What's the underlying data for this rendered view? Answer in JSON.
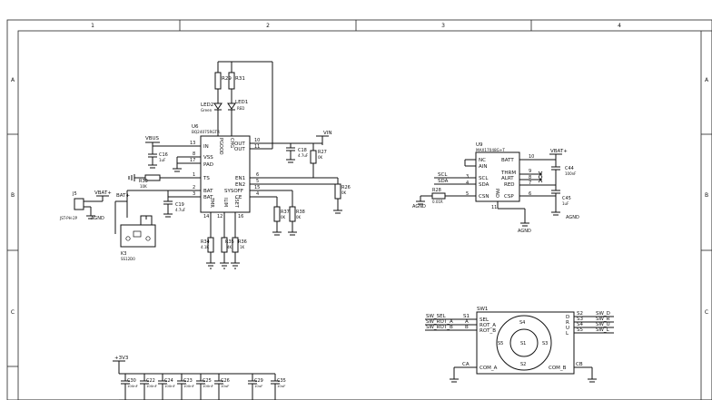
{
  "frame": {
    "col_labels": [
      "1",
      "2",
      "3",
      "4"
    ],
    "row_labels": [
      "A",
      "B",
      "C"
    ]
  },
  "power_ic": {
    "ref": "U6",
    "part": "BQ24075RGTR",
    "pins_left": [
      "IN",
      "VSS",
      "PAD",
      "TS",
      "BAT",
      "BAT"
    ],
    "pins_left_nums": [
      "13",
      "8",
      "17",
      "1",
      "2",
      "3"
    ],
    "pins_top": [
      "PGOOD",
      "CHG"
    ],
    "pins_right": [
      "OUT",
      "OUT",
      "EN1",
      "EN2",
      "SYSOFF",
      "CE"
    ],
    "pins_right_nums": [
      "10",
      "11",
      "6",
      "5",
      "15",
      "4"
    ],
    "pins_bottom": [
      "TMR",
      "ILIM",
      "ISET"
    ],
    "pins_bottom_nums": [
      "14",
      "12",
      "16"
    ]
  },
  "gauge_ic": {
    "ref": "U9",
    "part": "MAX17048G+T",
    "pins_left": [
      "NC",
      "AIN",
      "SCL",
      "SDA",
      "CSN"
    ],
    "pins_left_nums": [
      "",
      "",
      "3",
      "4",
      "5"
    ],
    "pins_right": [
      "BATT",
      "THRM",
      "ALRT",
      "RED",
      "CSP"
    ],
    "pins_right_nums": [
      "10",
      "9",
      "8",
      "7",
      "6"
    ],
    "pin_pad": "PAD",
    "pin_pad_num": "11"
  },
  "nets": {
    "vbus": "VBUS",
    "vin": "VIN",
    "vbat_left": "VBAT+",
    "vbat_right": "VBAT+",
    "bat_plus": "BAT+",
    "agnd": "AGND",
    "scl": "SCL",
    "sda": "SDA",
    "v3v3": "+3V3",
    "ca": "CA",
    "cb": "CB"
  },
  "parts": {
    "r29": "R29",
    "r31": "R31",
    "led2": "LED2",
    "led2_val": "Green",
    "led1": "LED1",
    "led1_val": "RED",
    "c16": "C16",
    "c16_val": "1uF",
    "r33": "R33",
    "r33_val": "10K",
    "c19": "C19",
    "c19_val": "4.7uF",
    "c18": "C18",
    "c18_val": "4.7uF",
    "r27": "R27",
    "r27_val": "0K",
    "r26": "R26",
    "r26_val": "0K",
    "r37": "R37",
    "r37_val": "0K",
    "r38": "R38",
    "r38_val": "0K",
    "r34": "R34",
    "r34_val": "4.1K",
    "r35": "R35",
    "r35_val": "4K",
    "r36": "R36",
    "r36_val": "1K",
    "j5": "J5",
    "j5_val": "JST-PH-2P",
    "k3": "K3",
    "k3_val": "SS12D0",
    "c44": "C44",
    "c44_val": "100nF",
    "c45": "C45",
    "c45_val": "1uF",
    "r28": "R28",
    "r28_val": "0.01R"
  },
  "switch": {
    "ref": "SW1",
    "nets_left": [
      "SW_SEL",
      "SW_ROT_A",
      "SW_ROT_B"
    ],
    "pins_left": [
      "SEL",
      "ROT_A",
      "ROT_B"
    ],
    "pins_left_nums": [
      "S1",
      "A",
      "B"
    ],
    "pins_right": [
      "D",
      "R",
      "U",
      "L"
    ],
    "pins_right_nums": [
      "S2",
      "S3",
      "S4",
      "S5"
    ],
    "nets_right": [
      "SW_D",
      "SW_R",
      "SW_U",
      "SW_L"
    ],
    "inner": [
      "S4",
      "S5",
      "S1",
      "S3",
      "S2"
    ],
    "com_a": "COM_A",
    "com_b": "COM_B"
  },
  "decoupling": {
    "refs": [
      "C30",
      "C22",
      "C24",
      "C23",
      "C25",
      "C26",
      "C29",
      "C35"
    ],
    "values": [
      "100nF",
      "100nF",
      "100nF",
      "100nF",
      "100nF",
      "10uF",
      "10uF",
      "10uF"
    ]
  }
}
